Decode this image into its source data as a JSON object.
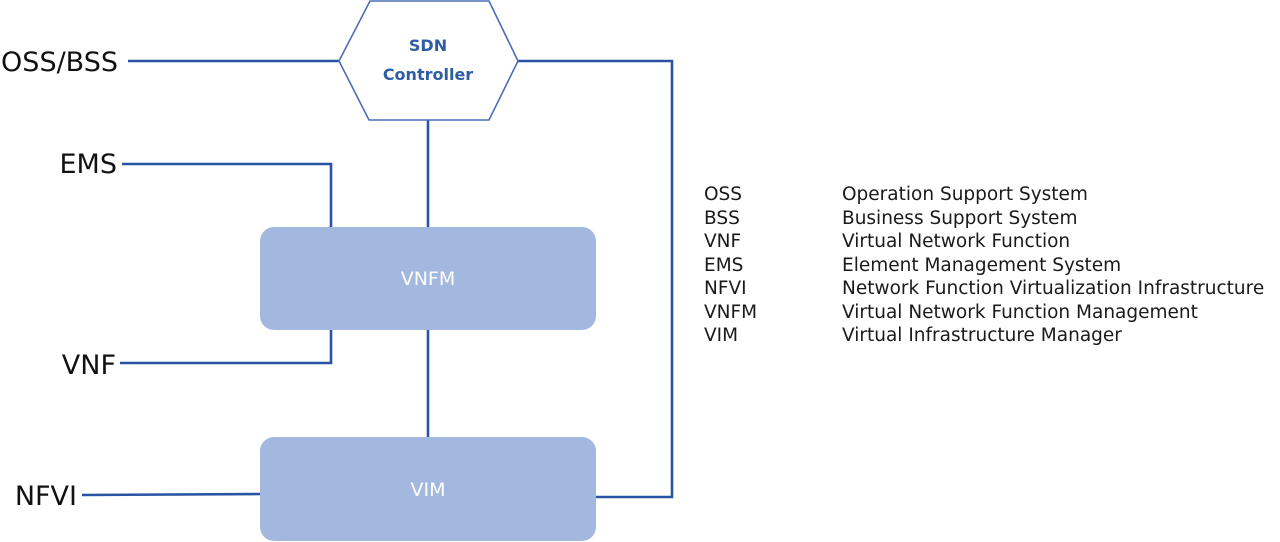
{
  "colors": {
    "line": "#2a54a3",
    "box_fill": "#a3b8df",
    "sdn_text": "#2e5da6",
    "box_text": "#ffffff"
  },
  "diagram": {
    "sdn_controller": {
      "line1": "SDN",
      "line2": "Controller"
    },
    "boxes": {
      "vnfm": "VNFM",
      "vim": "VIM"
    },
    "external": {
      "oss_bss": "OSS/BSS",
      "ems": "EMS",
      "vnf": "VNF",
      "nfvi": "NFVI"
    }
  },
  "legend": [
    {
      "abbr": "OSS",
      "desc": "Operation Support System"
    },
    {
      "abbr": "BSS",
      "desc": "Business Support System"
    },
    {
      "abbr": "VNF",
      "desc": "Virtual Network Function"
    },
    {
      "abbr": "EMS",
      "desc": "Element Management System"
    },
    {
      "abbr": "NFVI",
      "desc": "Network Function Virtualization Infrastructure"
    },
    {
      "abbr": "VNFM",
      "desc": "Virtual Network Function Management"
    },
    {
      "abbr": "VIM",
      "desc": "Virtual Infrastructure Manager"
    }
  ]
}
